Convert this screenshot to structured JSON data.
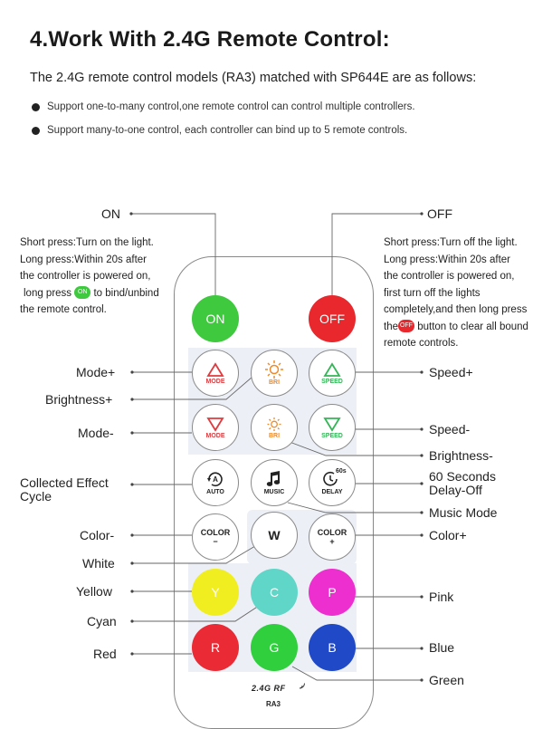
{
  "heading": {
    "title": "4.Work With 2.4G  Remote Control:",
    "subtitle": "The 2.4G  remote control models (RA3) matched with SP644E are as follows:",
    "bullets": [
      "Support one-to-many control,one remote control can control multiple controllers.",
      "Support many-to-one control, each controller can bind up to 5 remote controls."
    ]
  },
  "notes": {
    "on": {
      "l1": "Short press:Turn on the light.",
      "l2": "Long press:Within 20s after",
      "l3": "the controller is powered on,",
      "l4a": "long press",
      "l4pill": "ON",
      "l4b": "to bind/unbind",
      "l5": "the remote control."
    },
    "off": {
      "l1": "Short press:Turn off the light.",
      "l2": "Long press:Within 20s after",
      "l3": "the controller is powered on,",
      "l4": "first turn off the lights",
      "l5": "completely,and then long press",
      "l6a": "the",
      "l6pill": "OFF",
      "l6b": "button to clear all bound",
      "l7": "remote controls."
    }
  },
  "labels": {
    "on": "ON",
    "off": "OFF",
    "mode_plus": "Mode+",
    "brightness_plus": "Brightness+",
    "mode_minus": "Mode-",
    "collected_1": "Collected Effect",
    "collected_2": "Cycle",
    "color_minus": "Color-",
    "white": "White",
    "yellow": "Yellow",
    "cyan": "Cyan",
    "red": "Red",
    "speed_plus": "Speed+",
    "speed_minus": "Speed-",
    "brightness_minus": "Brightness-",
    "delay_1": "60 Seconds",
    "delay_2": "Delay-Off",
    "music_mode": "Music Mode",
    "color_plus": "Color+",
    "pink": "Pink",
    "blue": "Blue",
    "green": "Green"
  },
  "remote": {
    "on": "ON",
    "off": "OFF",
    "mode": "MODE",
    "bri": "BRI",
    "speed": "SPEED",
    "auto": "AUTO",
    "music": "MUSIC",
    "delay": "DELAY",
    "delay_badge": "60s",
    "color": "COLOR",
    "minus": "−",
    "plus": "+",
    "w": "W",
    "y": "Y",
    "c": "C",
    "p": "P",
    "r": "R",
    "g": "G",
    "b": "B",
    "brand": "2.4G  RF",
    "model": "RA3"
  },
  "colors": {
    "on": "#3ec93e",
    "off": "#e8282d",
    "mode": "#e03a3e",
    "bri": "#ef8a2a",
    "speed": "#35b558",
    "yellow": "#f0ee20",
    "cyan": "#5fd6c7",
    "pink": "#ee2fcf",
    "red": "#ea2a34",
    "green": "#2fcf3e",
    "blue": "#1f49c7"
  }
}
